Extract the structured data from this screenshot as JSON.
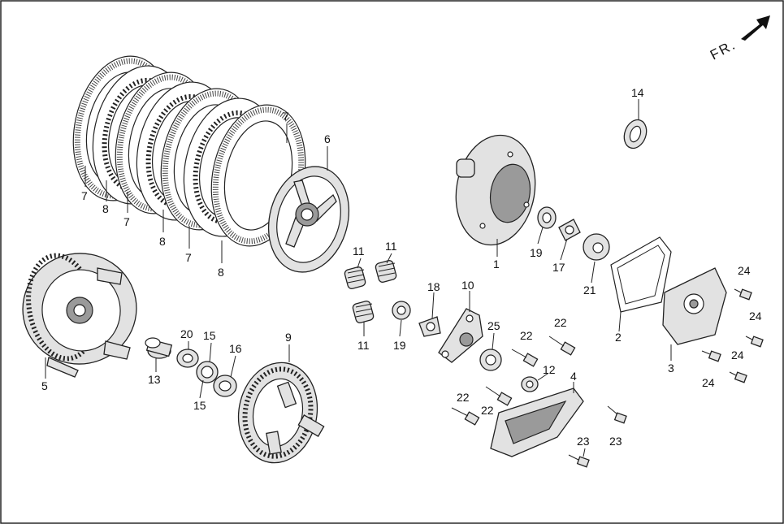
{
  "direction_label": "FR.",
  "colors": {
    "line": "#222222",
    "fill": "#e2e2e2",
    "shade": "#9a9a9a"
  },
  "callouts": {
    "c7a": "7",
    "c8a": "8",
    "c7b": "7",
    "c8b": "8",
    "c7c": "7",
    "c8c": "8",
    "c7d": "7",
    "c6": "6",
    "c14": "14",
    "c1": "1",
    "c19a": "19",
    "c17": "17",
    "c21": "21",
    "c11a": "11",
    "c11b": "11",
    "c11c": "11",
    "c19b": "19",
    "c18": "18",
    "c10": "10",
    "c25": "25",
    "c22a": "22",
    "c22b": "22",
    "c22c": "22",
    "c22d": "22",
    "c12": "12",
    "c4": "4",
    "c23a": "23",
    "c23b": "23",
    "c2": "2",
    "c3": "3",
    "c24a": "24",
    "c24b": "24",
    "c24c": "24",
    "c24d": "24",
    "c5": "5",
    "c13": "13",
    "c20": "20",
    "c15a": "15",
    "c15b": "15",
    "c16": "16",
    "c9": "9"
  }
}
